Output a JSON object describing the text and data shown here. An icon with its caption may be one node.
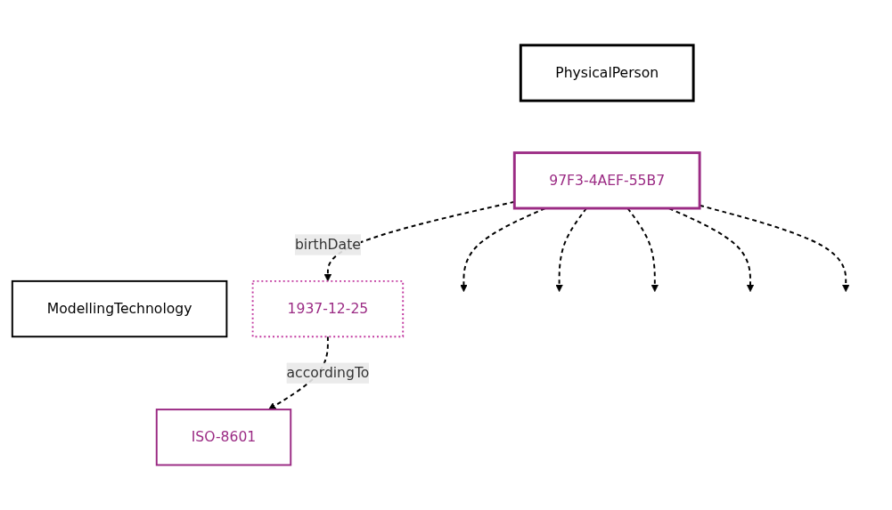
{
  "diagram": {
    "nodes": [
      {
        "text": [
          "PhysicalPerson"
        ]
      },
      {
        "text": [
          "97F3-4AEF-55B7"
        ]
      },
      {
        "text": [
          "ModellingTechnology"
        ]
      },
      {
        "text": [
          "ISO-8601"
        ]
      },
      {
        "text": [
          "1937-12-25"
        ]
      }
    ],
    "edges": [
      {
        "from": 1,
        "to": null,
        "arrow": "to",
        "style": "dashed"
      },
      {
        "from": 1,
        "to": null,
        "arrow": "to",
        "style": "dashed"
      },
      {
        "from": 1,
        "to": null,
        "arrow": "to",
        "style": "dashed"
      },
      {
        "from": 1,
        "to": null,
        "arrow": "to",
        "style": "dashed"
      },
      {
        "from": 1,
        "to": null,
        "arrow": "to",
        "style": "dashed"
      },
      {
        "from": 1,
        "to": 4,
        "label": "birthDate",
        "arrow": "to",
        "style": "dashed"
      },
      {
        "from": 4,
        "to": 3,
        "label": "accordingTo",
        "arrow": "to",
        "style": "dashed"
      }
    ]
  }
}
